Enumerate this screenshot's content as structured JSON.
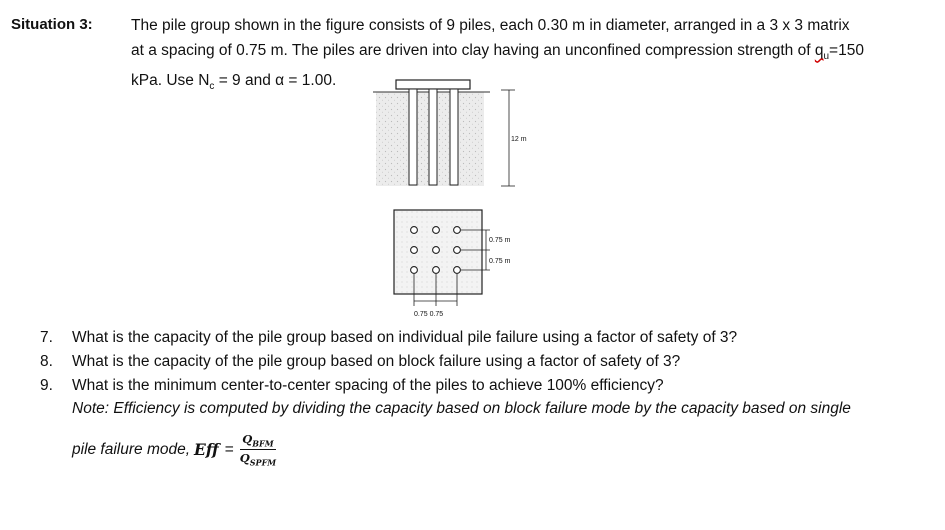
{
  "situation": {
    "label": "Situation 3:"
  },
  "intro": {
    "line1": "The pile group shown in the figure consists of 9 piles, each 0.30 m in diameter, arranged in a 3 x 3 matrix",
    "line2_before": "at a spacing of 0.75 m. The piles are driven into clay having an unconfined compression strength of ",
    "line2_var": "q",
    "line2_sub": "u",
    "line2_after": "=150",
    "line3_before": "kPa. Use N",
    "line3_sub": "c",
    "line3_after": " = 9 and α = 1.00."
  },
  "figure": {
    "depth_label": "12 m",
    "spacing_label_1": "0.75 m",
    "spacing_label_2": "0.75 m",
    "bottom_label": "0.75 0.75"
  },
  "questions": [
    {
      "num": "7.",
      "text": "What is the capacity of the pile group based on individual pile failure using a factor of safety of 3?"
    },
    {
      "num": "8.",
      "text": "What is the capacity of the pile group based on block failure using a factor of safety of 3?"
    },
    {
      "num": "9.",
      "text": "What is the minimum center-to-center spacing of the piles to achieve 100% efficiency?"
    }
  ],
  "note": {
    "line1": "Note:  Efficiency is computed by dividing the capacity based on block failure mode by the capacity based on single",
    "line2": "pile failure mode,",
    "eff": "Eff",
    "equals": "=",
    "numerator": "Q",
    "numerator_sub": "BFM",
    "denominator": "Q",
    "denominator_sub": "SPFM"
  }
}
